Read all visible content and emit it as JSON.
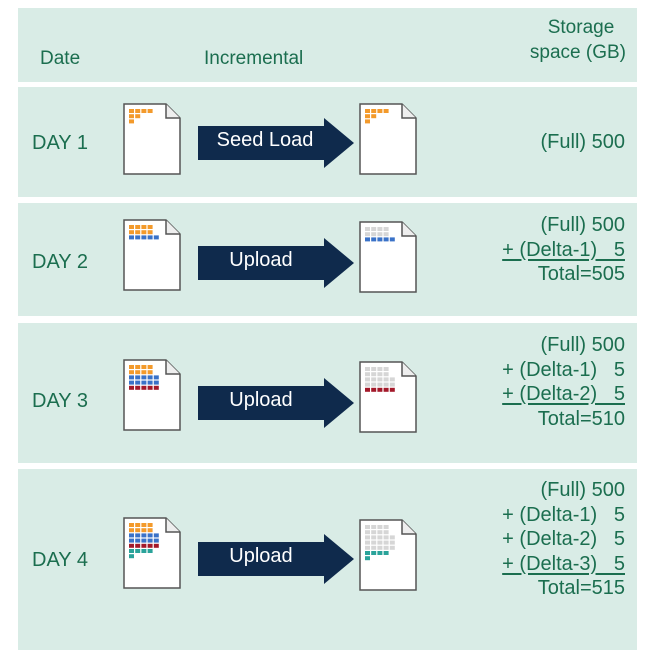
{
  "header": {
    "col_date": "Date",
    "col_incremental": "Incremental",
    "col_storage_line1": "Storage",
    "col_storage_line2": "space (GB)"
  },
  "colors": {
    "band": "#d9ece6",
    "text": "#1b6e4f",
    "arrow": "#0f2a4c",
    "orange": "#f39a2b",
    "blue": "#3a72c8",
    "red": "#a3192a",
    "teal": "#2aa39a",
    "grey": "#d6d6d6"
  },
  "rows": [
    {
      "day": "DAY 1",
      "action": "Seed Load",
      "storage": [
        {
          "text": "(Full) 500",
          "underline": false
        }
      ]
    },
    {
      "day": "DAY 2",
      "action": "Upload",
      "storage": [
        {
          "text": "(Full) 500",
          "underline": false
        },
        {
          "text": "+ (Delta-1)   5",
          "underline": true
        },
        {
          "text": "Total=505",
          "underline": false
        }
      ]
    },
    {
      "day": "DAY 3",
      "action": "Upload",
      "storage": [
        {
          "text": "(Full) 500",
          "underline": false
        },
        {
          "text": "+ (Delta-1)   5",
          "underline": false
        },
        {
          "text": "+ (Delta-2)   5",
          "underline": true
        },
        {
          "text": "Total=510",
          "underline": false
        }
      ]
    },
    {
      "day": "DAY 4",
      "action": "Upload",
      "storage": [
        {
          "text": "(Full) 500",
          "underline": false
        },
        {
          "text": "+ (Delta-1)   5",
          "underline": false
        },
        {
          "text": "+ (Delta-2)   5",
          "underline": false
        },
        {
          "text": "+ (Delta-3)   5",
          "underline": true
        },
        {
          "text": "Total=515",
          "underline": false
        }
      ]
    }
  ]
}
